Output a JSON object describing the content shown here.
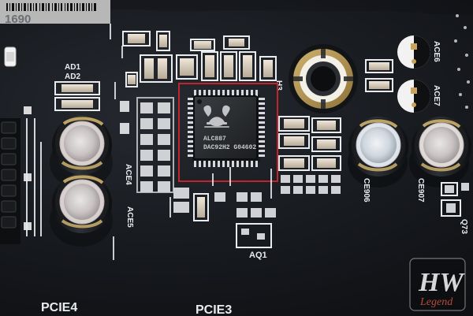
{
  "sticker": {
    "text": "1690"
  },
  "labels": {
    "ad1": "AD1",
    "ad2": "AD2",
    "ace4": "ACE4",
    "ace5": "ACE5",
    "ace6": "ACE6",
    "ace7": "ACE7",
    "h3": "H3",
    "ce906": "CE906",
    "ce907": "CE907",
    "aq1": "AQ1",
    "q73": "Q73",
    "pcie4": "PCIE4",
    "pcie3": "PCIE3"
  },
  "chip": {
    "line1": "ALC887",
    "line2": "DAC92H2  G04602"
  },
  "watermark": {
    "main": "HW",
    "sub": "Legend"
  },
  "colors": {
    "board": "#1a1d22",
    "silkscreen": "#e9ecef",
    "highlight_box": "#c0242c",
    "capacitor_sleeve": "#2a2d31",
    "capacitor_top": "#b9b3b0",
    "smd_body": "#d9d2c5"
  }
}
